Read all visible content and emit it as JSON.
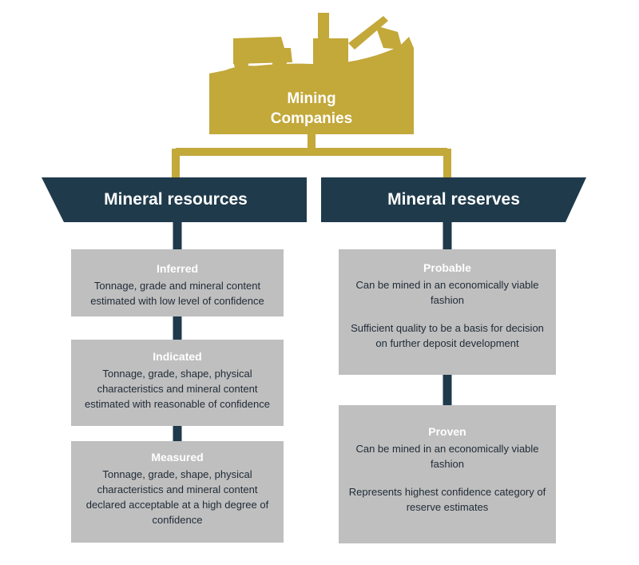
{
  "colors": {
    "gold": "#c3a83a",
    "navy": "#1f3a4b",
    "box_gray": "#bfbfbf",
    "text_dark": "#1f2a36",
    "white": "#ffffff"
  },
  "top": {
    "title_line1": "Mining",
    "title_line2": "Companies",
    "icons": [
      "dump-truck-icon",
      "excavator-icon"
    ]
  },
  "left": {
    "heading": "Mineral resources",
    "boxes": [
      {
        "title": "Inferred",
        "lines": [
          "Tonnage, grade and mineral content estimated with low level of confidence"
        ]
      },
      {
        "title": "Indicated",
        "lines": [
          "Tonnage, grade, shape, physical characteristics and mineral content estimated with reasonable of confidence"
        ]
      },
      {
        "title": "Measured",
        "lines": [
          "Tonnage, grade, shape, physical characteristics and mineral content declared acceptable at a high degree of confidence"
        ]
      }
    ]
  },
  "right": {
    "heading": "Mineral reserves",
    "boxes": [
      {
        "title": "Probable",
        "lines": [
          "Can be mined in an economically viable fashion",
          "Sufficient quality to be a basis for decision on further deposit development"
        ]
      },
      {
        "title": "Proven",
        "lines": [
          "Can be mined in an economically viable fashion",
          "Represents highest confidence category of reserve estimates"
        ]
      }
    ]
  }
}
